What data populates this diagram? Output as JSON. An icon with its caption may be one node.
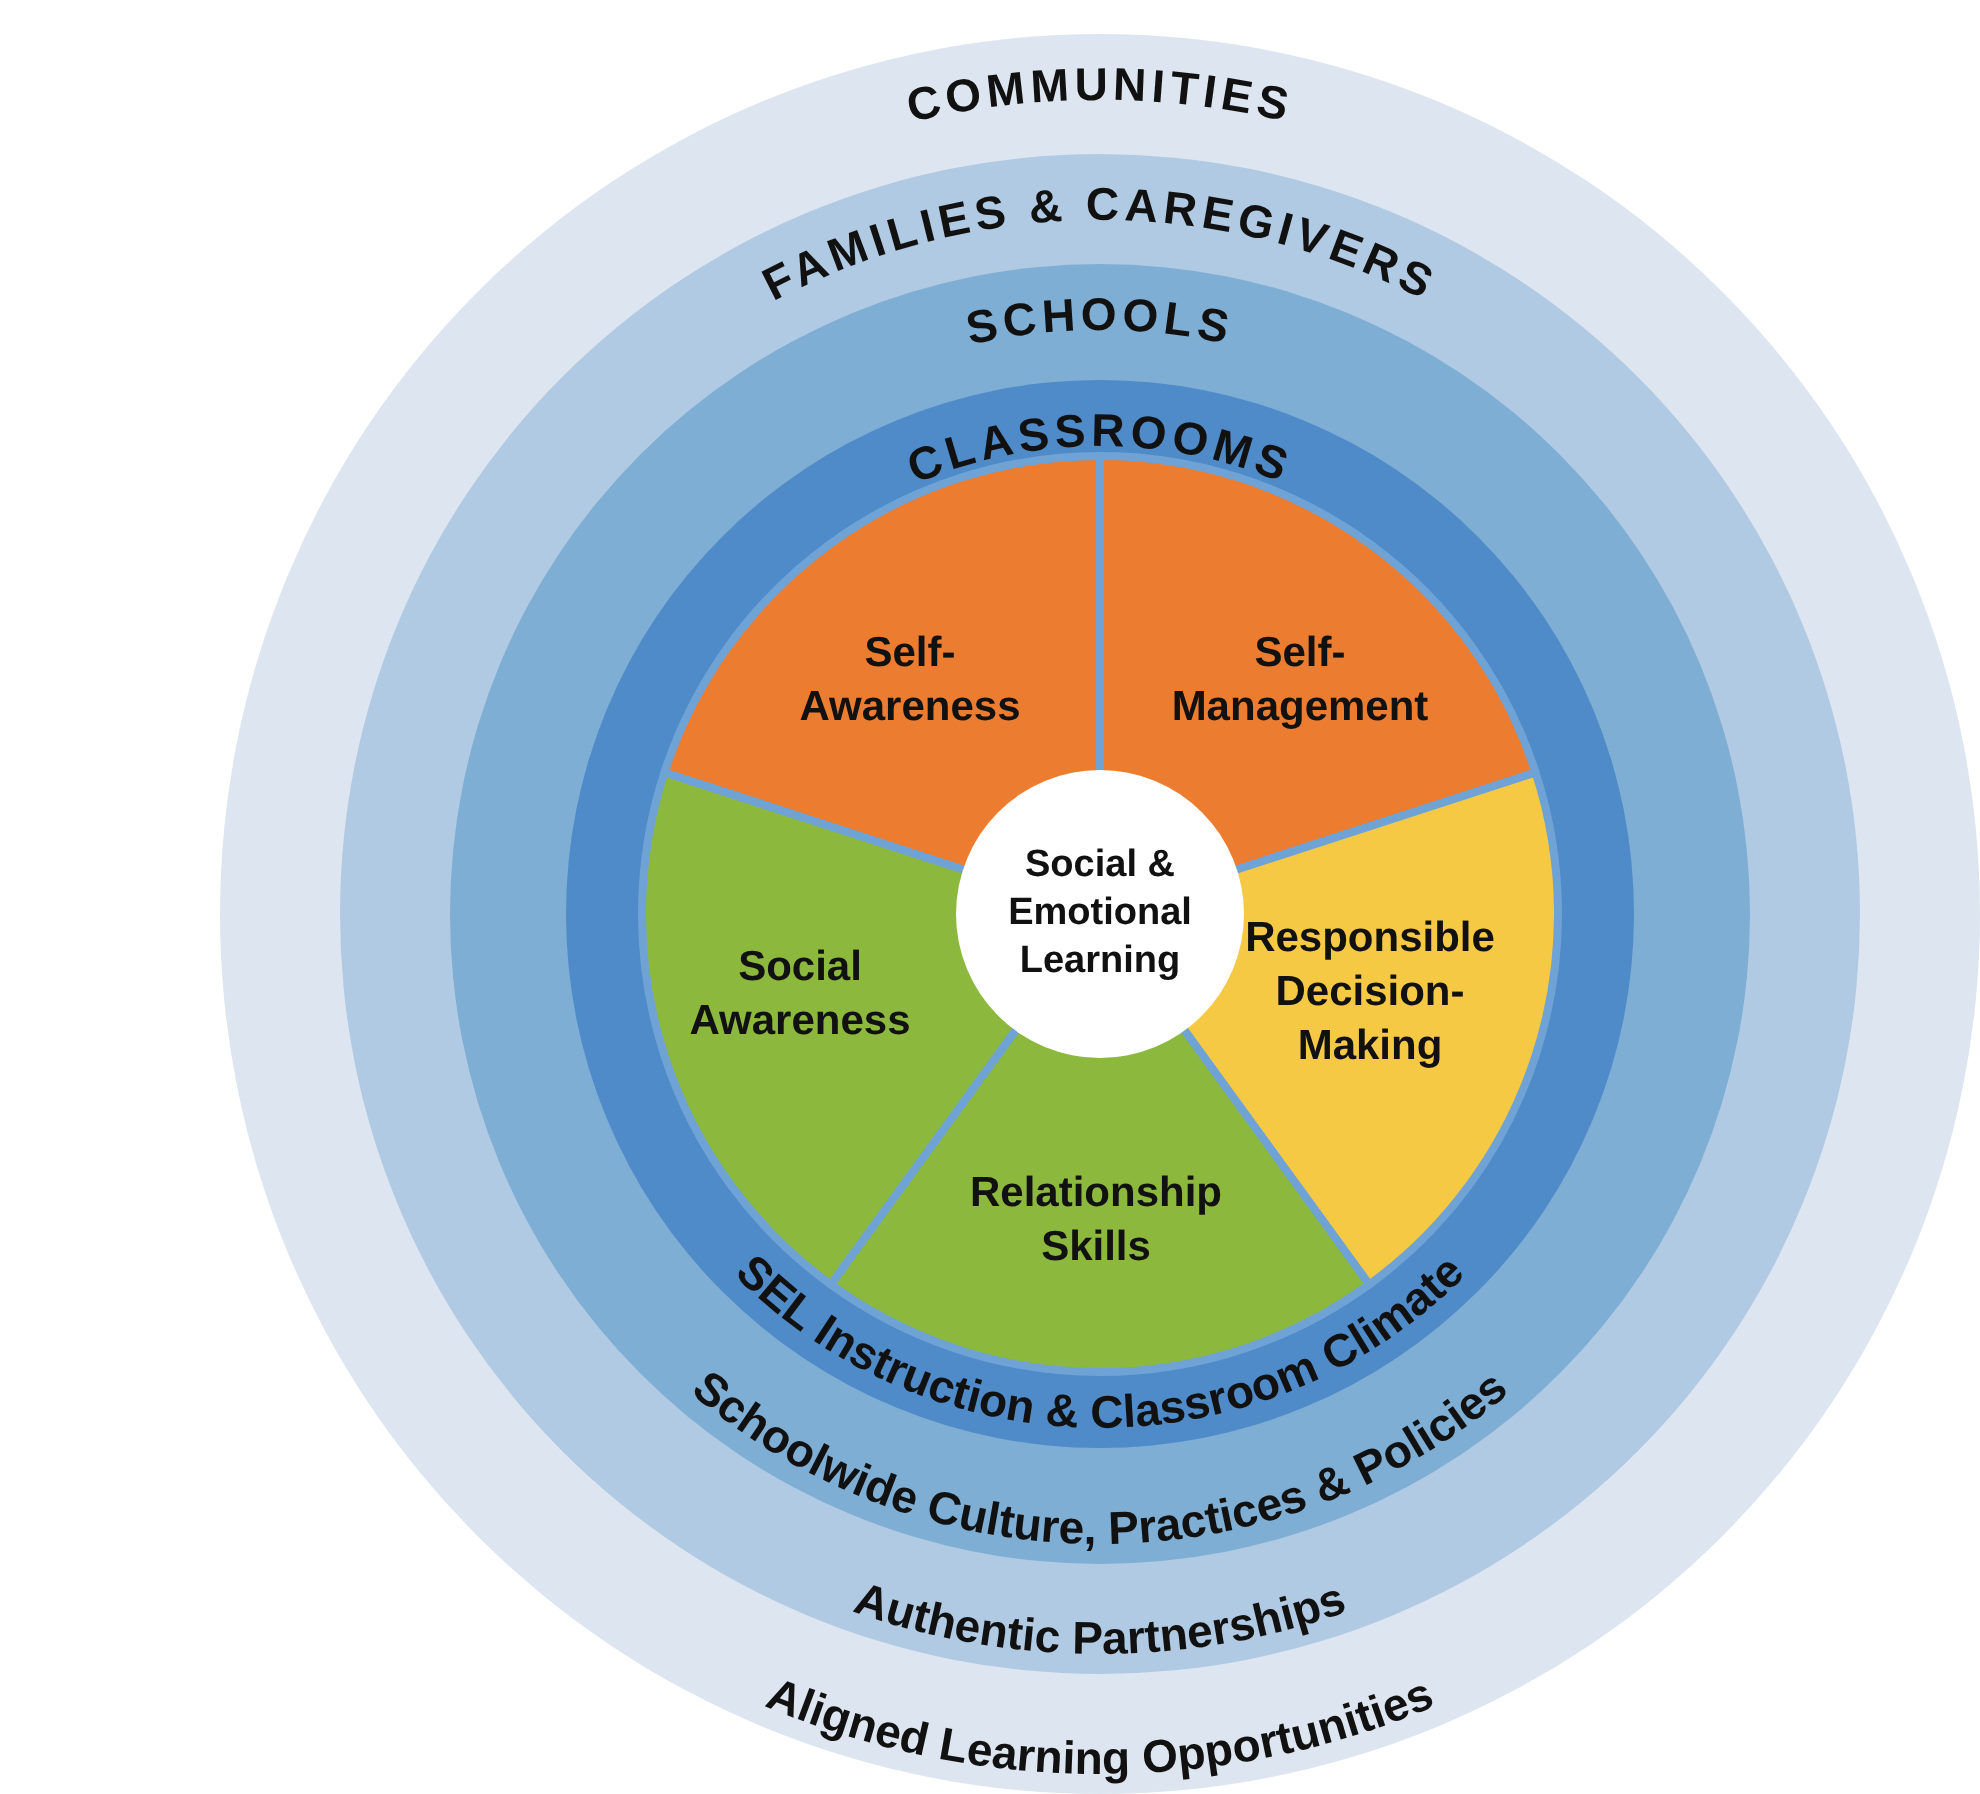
{
  "diagram": {
    "nodes": [
      {
        "text": [
          "COMMUNITIES",
          "Aligned Learning Opportunities"
        ]
      },
      {
        "text": [
          "FAMILIES & CAREGIVERS",
          "Authentic Partnerships"
        ],
        "in": 0
      },
      {
        "text": [
          "SCHOOLS",
          "Schoolwide Culture, Practices & Policies"
        ],
        "in": 1
      },
      {
        "text": [
          "CLASSROOMS",
          "SEL Instruction & Classroom Climate"
        ],
        "in": 2
      },
      {
        "text": [
          "Self- Awareness"
        ],
        "in": 3
      },
      {
        "text": [
          "Self- Management"
        ],
        "in": 3
      },
      {
        "text": [
          "Responsible Decision- Making"
        ],
        "in": 3
      },
      {
        "text": [
          "Relationship Skills"
        ],
        "in": 3
      },
      {
        "text": [
          "Social Awareness"
        ],
        "in": 3
      },
      {
        "text": [
          "Social & Emotional Learning"
        ],
        "in": 3
      }
    ]
  }
}
